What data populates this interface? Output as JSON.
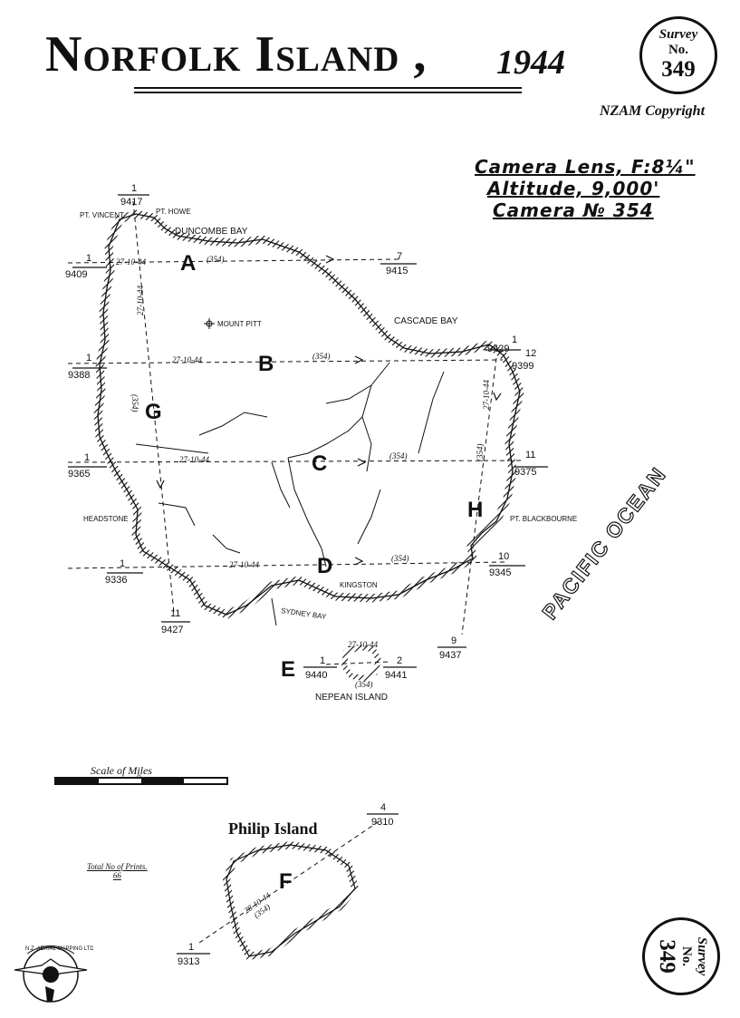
{
  "header": {
    "title": "Norfolk Island ,",
    "year": "1944",
    "copyright": "NZAM Copyright"
  },
  "survey_badge": {
    "line1": "Survey",
    "line2": "No.",
    "number": "349"
  },
  "camera_info": {
    "lens": "Camera Lens, F:8¼\"",
    "altitude": "Altitude, 9,000'",
    "camera": "Camera № 354"
  },
  "places": {
    "pt_vincent": "Pt. Vincent",
    "pt_howe": "Pt. Howe",
    "duncombe_bay": "Duncombe Bay",
    "mount_pitt": "Mount Pitt",
    "cascade_bay": "Cascade Bay",
    "headstone": "Headstone",
    "pt_blackbourne": "Pt. Blackbourne",
    "kingston": "Kingston",
    "sydney_bay": "Sydney Bay",
    "nepean_island": "Nepean Island",
    "philip_island": "Philip Island",
    "pacific_ocean": "PACIFIC OCEAN"
  },
  "runs": [
    {
      "letter": "A",
      "date": "27-10-44",
      "camera": "(354)",
      "start_frame": "1",
      "start_print": "9409",
      "end_frame": "7",
      "end_print": "9415"
    },
    {
      "letter": "B",
      "date": "27-10-44",
      "camera": "(354)",
      "start_frame": "1",
      "start_print": "9388",
      "end_frame": "12",
      "end_print": "9399"
    },
    {
      "letter": "C",
      "date": "27-10-44",
      "camera": "(354)",
      "start_frame": "1",
      "start_print": "9365",
      "end_frame": "11",
      "end_print": "9375"
    },
    {
      "letter": "D",
      "date": "27-10-44",
      "camera": "(354)",
      "start_frame": "1",
      "start_print": "9336",
      "end_frame": "10",
      "end_print": "9345"
    },
    {
      "letter": "E",
      "date": "27-10-44",
      "camera": "(354)",
      "start_frame": "1",
      "start_print": "9440",
      "end_frame": "2",
      "end_print": "9441"
    },
    {
      "letter": "F",
      "date": "28-10-44",
      "camera": "(354)",
      "start_frame": "1",
      "start_print": "9313",
      "end_frame": "4",
      "end_print": "9310"
    },
    {
      "letter": "G",
      "date": "27-10-44",
      "camera": "(354)",
      "start_frame": "1",
      "start_print": "9417",
      "end_frame": "11",
      "end_print": "9427"
    },
    {
      "letter": "H",
      "date": "27-10-44",
      "camera": "(354)",
      "start_frame": "1",
      "start_print": "9429",
      "end_frame": "9",
      "end_print": "9437"
    }
  ],
  "scale": {
    "label": "Scale of Miles",
    "zero": "0"
  },
  "total_prints": {
    "label": "Total No of Prints.",
    "value": "66"
  },
  "logo": {
    "text": "N.Z. Aerial Mapping Ltd."
  }
}
